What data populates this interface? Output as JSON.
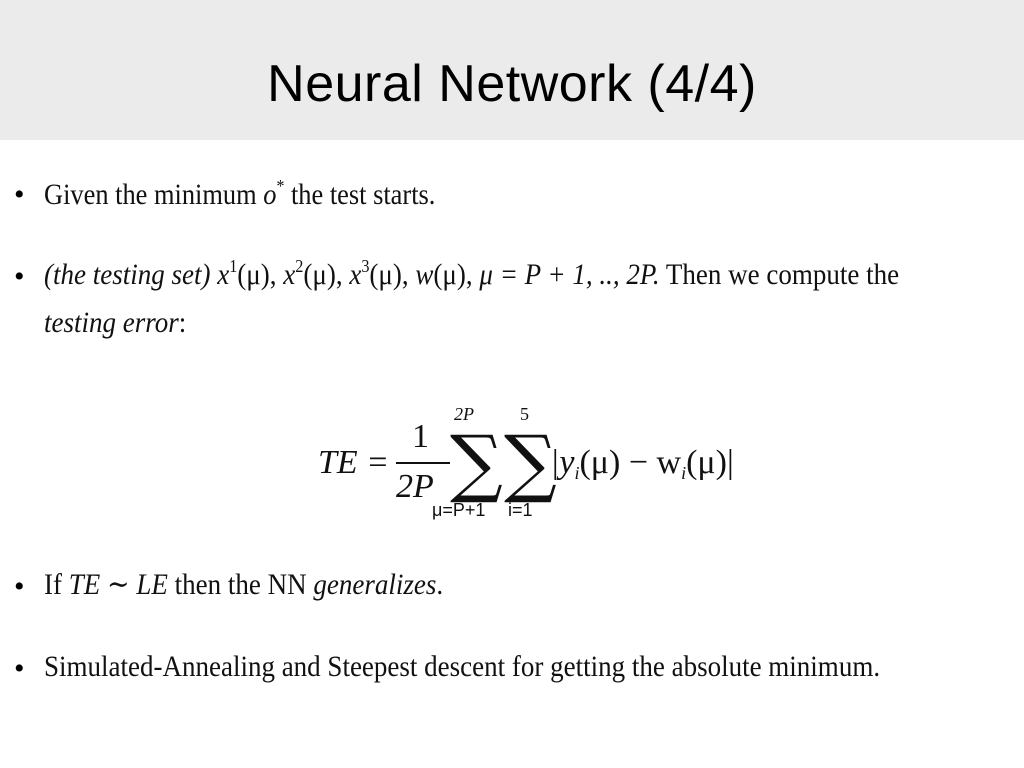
{
  "slide": {
    "title": "Neural Network (4/4)"
  },
  "bullets": [
    {
      "symbol": "•",
      "text_a": "Given the minimum ",
      "math_o": "o",
      "math_star": "*",
      "text_b": " the test starts."
    },
    {
      "symbol": "•",
      "label": "(the testing set)",
      "x": "x",
      "sup1": "1",
      "sup2": "2",
      "sup3": "3",
      "mu": "(μ)",
      "w": "w",
      "sep": ", ",
      "range": "μ = P + 1, .., 2P.",
      "tail": " Then we compute the",
      "line2": "testing error",
      "line2_end": ":"
    },
    {
      "symbol": "•",
      "text_a": "If ",
      "math": "TE ∼ LE",
      "text_b": " then the NN ",
      "italic": "generalizes",
      "end": "."
    },
    {
      "symbol": "•",
      "text": "Simulated-Annealing and Steepest descent for getting the absolute minimum."
    }
  ],
  "formula": {
    "lhs": "TE =",
    "frac_num": "1",
    "frac_den": "2P",
    "sigma": "∑",
    "sum1_upper": "2P",
    "sum1_lower": "μ=P+1",
    "sum2_upper": "5",
    "sum2_lower": "i=1",
    "body": "|y",
    "body_i": "i",
    "body_mid": "(μ) − w",
    "body_i2": "i",
    "body_end": "(μ)|"
  }
}
